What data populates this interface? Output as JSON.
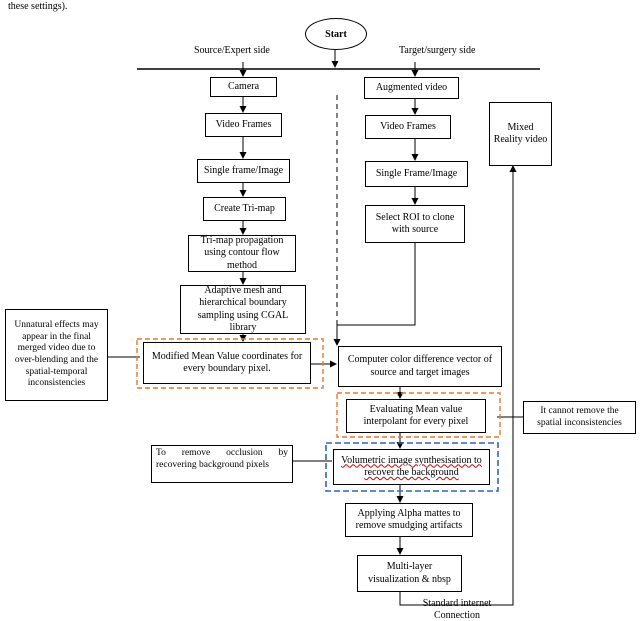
{
  "caption_fragment": "these settings).",
  "start": "Start",
  "side_labels": {
    "source": "Source/Expert side",
    "target": "Target/surgery side"
  },
  "source_steps": [
    "Camera",
    "Video Frames",
    "Single frame/Image",
    "Create Tri-map",
    "Tri-map propagation using contour flow method",
    "Adaptive mesh and hierarchical boundary sampling using CGAL library",
    "Modified Mean Value coordinates for every boundary pixel."
  ],
  "target_steps": [
    "Augmented video",
    "Video Frames",
    "Single Frame/Image",
    "Select ROI to clone with source",
    "Computer color difference vector of source and target images",
    "Evaluating Mean value interpolant for every pixel",
    "Volumetric image synthesisation to recover the background",
    "Applying Alpha mattes to remove smudging artifacts",
    "Multi-layer visualization & nbsp"
  ],
  "mixed_reality": "Mixed Reality video",
  "connection_label": "Standard internet Connection",
  "notes": {
    "unnatural": "Unnatural effects may appear in the final merged video due to over-blending and the spatial-temporal inconsistencies",
    "spatial": "It cannot remove the spatial inconsistencies",
    "occlusion": "To remove occlusion by recovering background pixels"
  },
  "colors": {
    "orange_dash": "#e8772e",
    "blue_dash": "#2e64c8",
    "spell_underline": "#d00000"
  }
}
